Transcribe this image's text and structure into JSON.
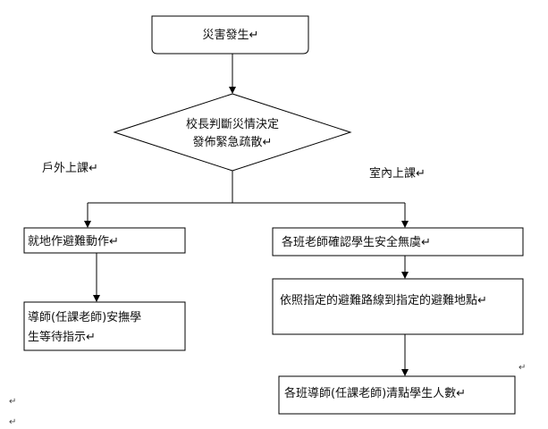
{
  "flowchart": {
    "start": {
      "text": "災害發生↵"
    },
    "decision": {
      "line1": "校長判斷災情決定",
      "line2": "發佈緊急疏散↵"
    },
    "branch_outdoor": {
      "label": "戶外上課↵"
    },
    "branch_indoor": {
      "label": "室內上課↵"
    },
    "outdoor_steps": [
      {
        "text": "就地作避難動作↵"
      },
      {
        "line1": "導師(任課老師)安撫學",
        "line2": "生等待指示↵"
      }
    ],
    "indoor_steps": [
      {
        "text": "各班老師確認學生安全無虞↵"
      },
      {
        "text": "依照指定的避難路線到指定的避難地點↵"
      },
      {
        "text": "各班導師(任課老師)清點學生人數↵"
      }
    ]
  },
  "marks": {
    "return_mark": "↵"
  },
  "colors": {
    "line": "#000000",
    "fill": "#ffffff",
    "text": "#111111"
  }
}
